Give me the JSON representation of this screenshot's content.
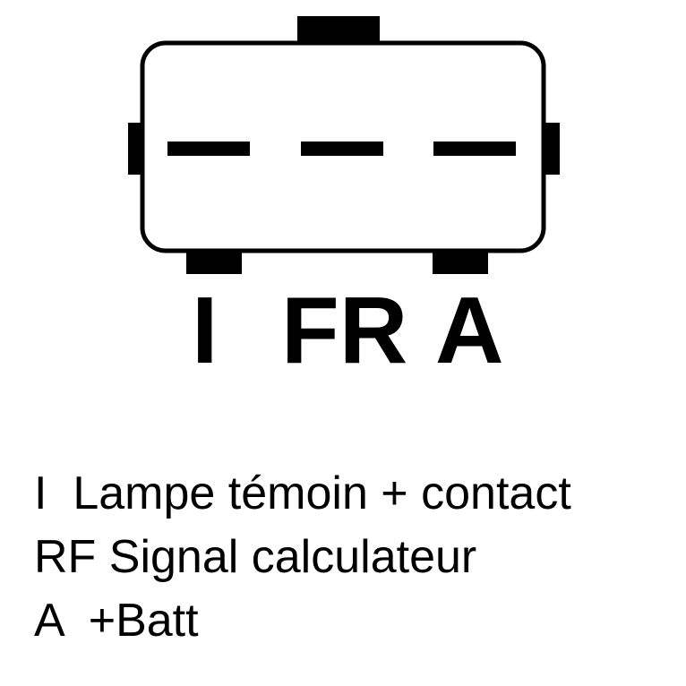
{
  "colors": {
    "stroke": "#000000",
    "background": "#ffffff"
  },
  "connector": {
    "pin_labels": [
      "I",
      "FR",
      "A"
    ]
  },
  "legend": [
    "I  Lampe témoin + contact",
    "RF Signal calculateur",
    "A  +Batt"
  ]
}
